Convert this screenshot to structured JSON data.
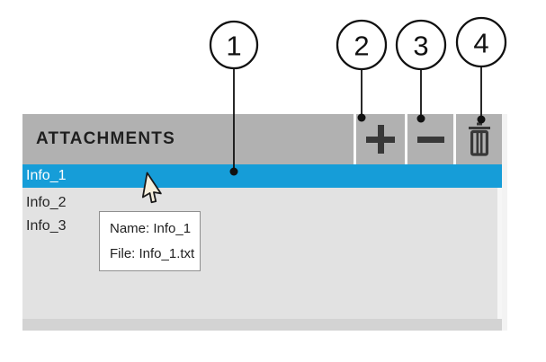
{
  "panel": {
    "title": "ATTACHMENTS",
    "toolbar": {
      "add_icon": "plus-icon",
      "remove_icon": "minus-icon",
      "delete_icon": "trash-icon"
    },
    "items": [
      {
        "label": "Info_1",
        "selected": true
      },
      {
        "label": "Info_2",
        "selected": false
      },
      {
        "label": "Info_3",
        "selected": false
      }
    ]
  },
  "tooltip": {
    "name_line": "Name: Info_1",
    "file_line": "File: Info_1.txt"
  },
  "callouts": [
    {
      "number": "1",
      "target": "selected-attachment-row"
    },
    {
      "number": "2",
      "target": "add-button"
    },
    {
      "number": "3",
      "target": "remove-button"
    },
    {
      "number": "4",
      "target": "delete-button"
    }
  ],
  "colors": {
    "header_bg": "#b1b1b1",
    "list_bg": "#e2e2e2",
    "selected_row_bg": "#169dd8",
    "selected_row_text": "#ffffff",
    "item_text": "#262626",
    "icon": "#383838",
    "bottom_strip_bg": "#d3d3d3",
    "tooltip_bg": "#ffffff",
    "tooltip_border": "#8f8f8f"
  }
}
